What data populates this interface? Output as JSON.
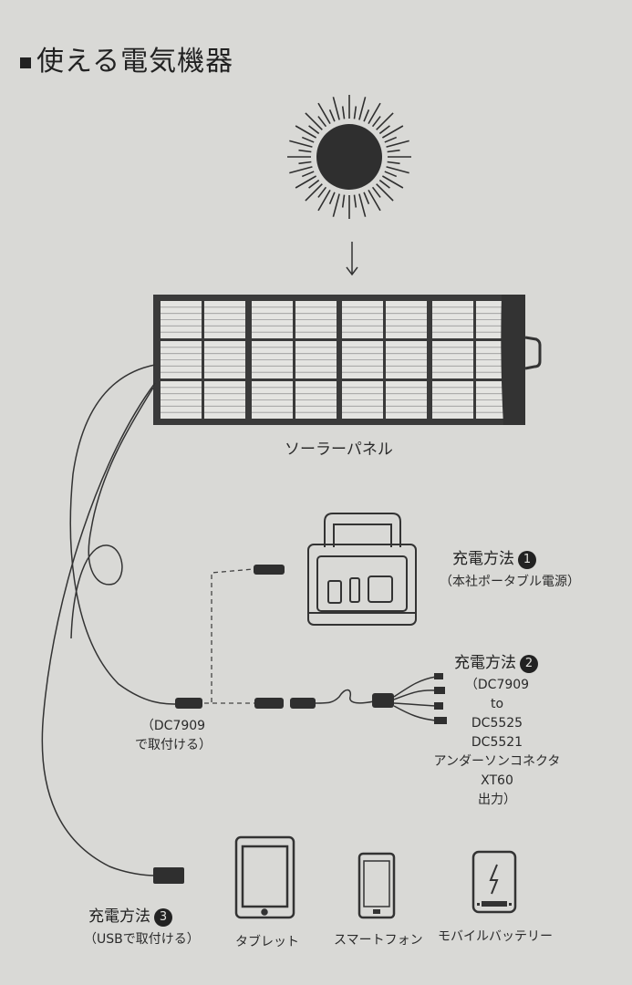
{
  "title": "使える電気機器",
  "solar_panel_label": "ソーラーパネル",
  "method1": {
    "heading": "充電方法",
    "number": "1",
    "note": "（本社ポータブル電源）"
  },
  "method2": {
    "heading": "充電方法",
    "number": "2",
    "lines": [
      "（DC7909",
      "to",
      "DC5525",
      "DC5521",
      "アンダーソンコネクタ",
      "XT60",
      "出力）"
    ]
  },
  "method3": {
    "heading": "充電方法",
    "number": "3",
    "note": "（USBで取付ける）"
  },
  "dc_connector_note": [
    "（DC7909",
    "で取付ける）"
  ],
  "devices": [
    {
      "label": "タブレット",
      "icon": "tablet-icon"
    },
    {
      "label": "スマートフォン",
      "icon": "smartphone-icon"
    },
    {
      "label": "モバイルバッテリー",
      "icon": "mobile-battery-icon"
    }
  ],
  "icons": [
    "sun-icon",
    "arrow-down-icon",
    "solar-panel-icon",
    "portable-power-station-icon",
    "dc-connector-icon",
    "multi-output-cable-icon",
    "usb-connector-icon"
  ],
  "colors": {
    "background": "#d9d9d6",
    "ink": "#2a2a2a"
  }
}
